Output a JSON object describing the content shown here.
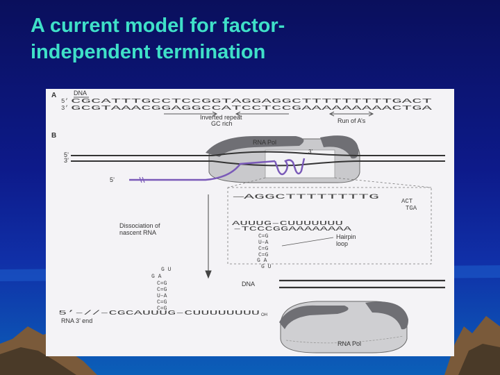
{
  "slide": {
    "title_line1": "A current model for factor-",
    "title_line2": "independent termination"
  },
  "figure": {
    "panel_a": {
      "label": "A",
      "dna_label": "DNA",
      "strand5_prefix": "5’",
      "strand5_seq": "CGCATTTGCCTCCGGTAGGAGGCTTTTTTTTTGACT",
      "strand3_prefix": "3’",
      "strand3_seq": "GCGTAAACGGAGGCCATCCTCCGAAAAAAAAACTGA",
      "inverted_repeat": "Inverted repeat",
      "gc_rich": "GC rich",
      "run_of_as": "Run of A’s"
    },
    "panel_b": {
      "label": "B",
      "end5": "5’",
      "end3": "3’",
      "rna_5": "5’",
      "rna_pol_top": "RNA Pol",
      "rna_3_inside": "3’",
      "zoom_top_seq": "—AGGCTTTTTTTTG",
      "zoom_tail_1": "ACT",
      "zoom_tail_2": "TGA",
      "zoom_rna_seq": "AUUUG–CUUUUUUU",
      "zoom_dna_bottom": "–TCCCGGAAAAAAAA",
      "stem_pairs": [
        "C=G",
        "U–A",
        "C=G",
        "C=G"
      ],
      "loop": "G   A",
      "loop_bottom": "G  U",
      "hairpin_label_1": "Hairpin",
      "hairpin_label_2": "loop",
      "dissociation_1": "Dissociation of",
      "dissociation_2": "nascent RNA",
      "free_loop_top": "G  U",
      "free_loop_mid": "G      A",
      "free_stem": [
        "C=G",
        "C=G",
        "U–A",
        "C=G",
        "C=G"
      ],
      "dna_label": "DNA",
      "rna_line": "5’–//–CGCAUUUG–CUUUUUUUU",
      "rna_line_sub": "OH",
      "rna_3_end": "RNA 3’ end",
      "rna_pol_bottom": "RNA Pol"
    }
  }
}
